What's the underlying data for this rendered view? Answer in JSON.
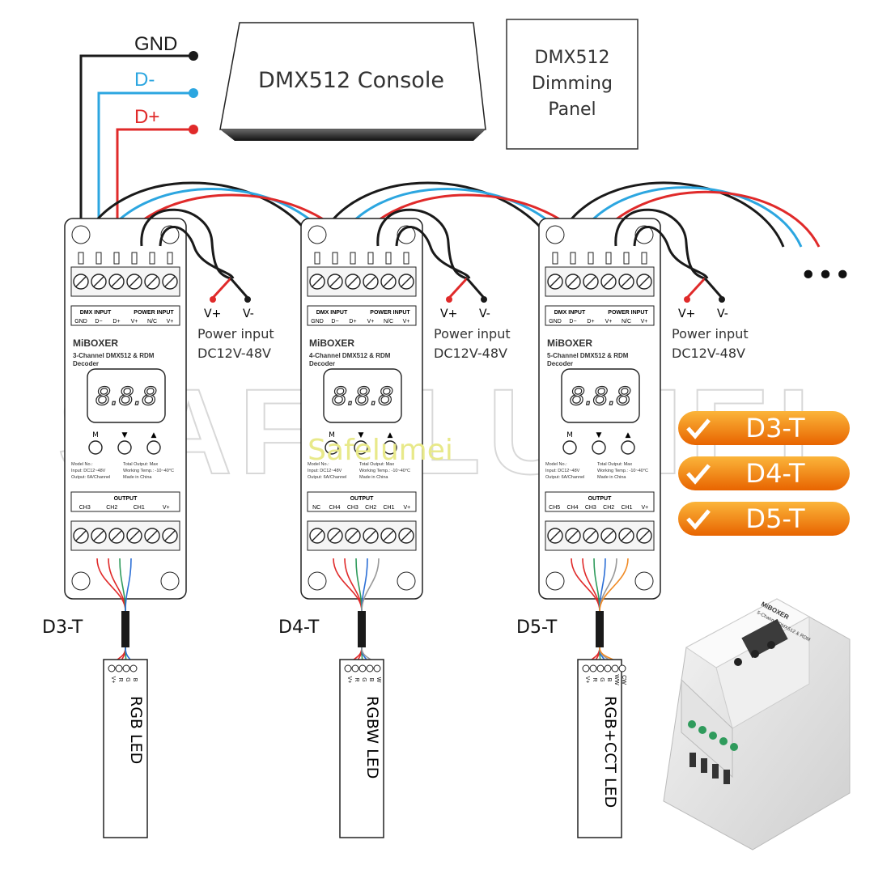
{
  "bus": {
    "gnd": "GND",
    "dminus": "D-",
    "dplus": "D+",
    "colors": {
      "gnd": "#1a1a1a",
      "dminus": "#2ca6e0",
      "dplus": "#e02a2a"
    }
  },
  "console": {
    "label": "DMX512 Console"
  },
  "panel": {
    "line1": "DMX512",
    "line2": "Dimming",
    "line3": "Panel"
  },
  "ellipsis": "•••",
  "watermark": {
    "big": "SAFELUMEI",
    "small": "Safelumei"
  },
  "power_input": {
    "vplus": "V+",
    "vminus": "V-",
    "line1": "Power input",
    "line2": "DC12V-48V"
  },
  "decoder_common": {
    "dmx_input": "DMX INPUT",
    "power_input": "POWER INPUT",
    "input_terms": [
      "GND",
      "D−",
      "D+",
      "V+",
      "N/C",
      "V+"
    ],
    "brand": "MiBOXER",
    "display": "8.8.8",
    "buttons": [
      "M",
      "▼",
      "▲"
    ],
    "output": "OUTPUT",
    "spec_left": [
      "Model No.:",
      "Input: DC12~48V",
      "Output: 6A/Channel"
    ],
    "spec_right": [
      "Total Output: Max",
      "Working Temp.: -10~40°C",
      "Made in China"
    ]
  },
  "decoders": [
    {
      "tag": "D3-T",
      "title1": "3-Channel DMX512 & RDM",
      "title2": "Decoder",
      "outputs": [
        "CH3",
        "CH2",
        "CH1",
        "V+"
      ],
      "strip_label": "RGB LED",
      "strip_pins": [
        "V+",
        "R",
        "G",
        "B"
      ]
    },
    {
      "tag": "D4-T",
      "title1": "4-Channel DMX512 & RDM",
      "title2": "Decoder",
      "outputs": [
        "NC",
        "CH4",
        "CH3",
        "CH2",
        "CH1",
        "V+"
      ],
      "strip_label": "RGBW LED",
      "strip_pins": [
        "V+",
        "R",
        "G",
        "B",
        "W"
      ]
    },
    {
      "tag": "D5-T",
      "title1": "5-Channel DMX512 & RDM",
      "title2": "Decoder",
      "outputs": [
        "CH5",
        "CH4",
        "CH3",
        "CH2",
        "CH1",
        "V+"
      ],
      "strip_label": "RGB+CCT LED",
      "strip_pins": [
        "V+",
        "R",
        "G",
        "B",
        "WW",
        "CW"
      ]
    }
  ],
  "badges": [
    "D3-T",
    "D4-T",
    "D5-T"
  ],
  "badge_colors": {
    "start": "#f7a21b",
    "end": "#ea6a00",
    "text": "#ffffff"
  },
  "photo_label": {
    "brand": "MiBOXER",
    "title": "5-Channel DMX512 & RDM"
  }
}
